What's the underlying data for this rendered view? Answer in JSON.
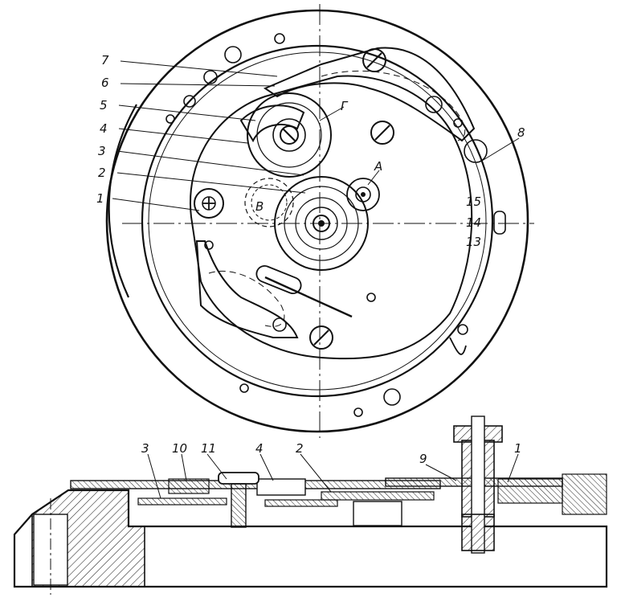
{
  "plan_labels": {
    "l7": "7",
    "l6": "6",
    "l5": "5",
    "l4": "4",
    "l3": "3",
    "l2": "2",
    "l1": "1",
    "lG": "Г",
    "lA": "А",
    "lB": "В",
    "l8": "8",
    "l15": "15",
    "l14": "14",
    "l13": "13"
  },
  "section_labels": {
    "s3": "3",
    "s10": "10",
    "s11": "11",
    "s4": "4",
    "s2": "2",
    "s9": "9",
    "s1": "1"
  }
}
